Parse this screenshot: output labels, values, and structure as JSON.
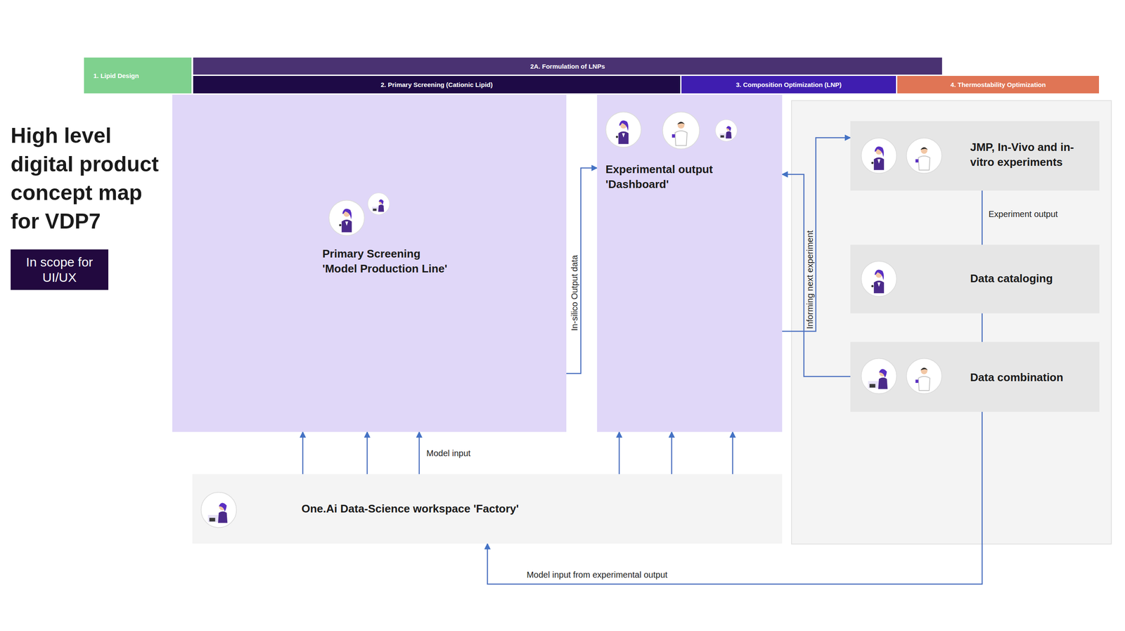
{
  "diagram": {
    "title": "High level digital product concept map for VDP7",
    "nodes": [
      {
        "text": [
          "1. Lipid Design"
        ]
      },
      {
        "text": [
          "2A. Formulation of LNPs"
        ]
      },
      {
        "text": [
          "2. Primary Screening (Cationic Lipid)"
        ]
      },
      {
        "text": [
          "3. Composition Optimization (LNP)"
        ]
      },
      {
        "text": [
          "4. Thermostability Optimization"
        ]
      },
      {
        "text": [
          "In scope for UI/UX"
        ]
      },
      {
        "text": [
          "Primary Screening 'Model Production Line'"
        ]
      },
      {
        "text": [
          "Experimental output 'Dashboard'"
        ]
      },
      {
        "text": [
          "JMP, In-Vivo and in-vitro experiments"
        ]
      },
      {
        "text": [
          "Data cataloging"
        ]
      },
      {
        "text": [
          "Data combination"
        ]
      },
      {
        "text": [
          "One.Ai Data-Science workspace 'Factory'"
        ]
      }
    ],
    "edges": [
      {
        "from": 6,
        "to": 7,
        "label": "In-silico Output data",
        "arrow": "to"
      },
      {
        "from": 11,
        "to": 6,
        "arrow": "to"
      },
      {
        "from": 11,
        "to": 6,
        "arrow": "to"
      },
      {
        "from": 11,
        "to": 6,
        "label": "Model input",
        "arrow": "to"
      },
      {
        "from": 11,
        "to": 7,
        "arrow": "to"
      },
      {
        "from": 11,
        "to": 7,
        "arrow": "to"
      },
      {
        "from": 11,
        "to": 7,
        "arrow": "to"
      },
      {
        "from": 7,
        "to": 8,
        "label": "Informing next experiment",
        "arrow": "to"
      },
      {
        "from": 10,
        "to": 7,
        "arrow": "to"
      },
      {
        "from": 8,
        "to": 9,
        "label": "Experiment output",
        "arrow": "none"
      },
      {
        "from": 9,
        "to": 10,
        "arrow": "none"
      },
      {
        "from": 10,
        "to": 11,
        "label": "Model input from experimental output",
        "arrow": "to"
      }
    ]
  }
}
